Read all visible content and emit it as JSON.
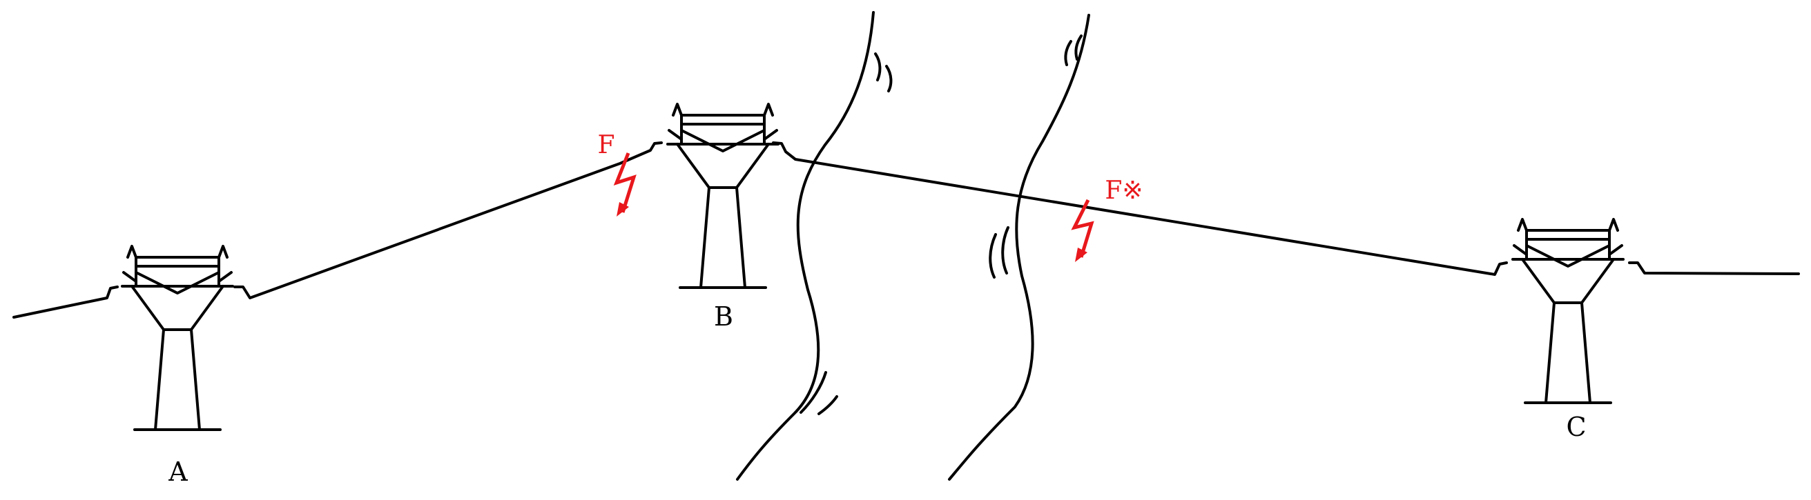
{
  "towers": [
    {
      "id": "A",
      "label": "A"
    },
    {
      "id": "B",
      "label": "B"
    },
    {
      "id": "C",
      "label": "C"
    }
  ],
  "faults": [
    {
      "id": "F",
      "label": "F"
    },
    {
      "id": "F-star",
      "label": "F※"
    }
  ],
  "colors": {
    "line": "#000000",
    "fault": "#e8181c"
  },
  "icons": {
    "fault_marker": "lightning-arrow-icon",
    "tower": "transmission-tower-icon",
    "river_bank": "river-bank-line"
  }
}
